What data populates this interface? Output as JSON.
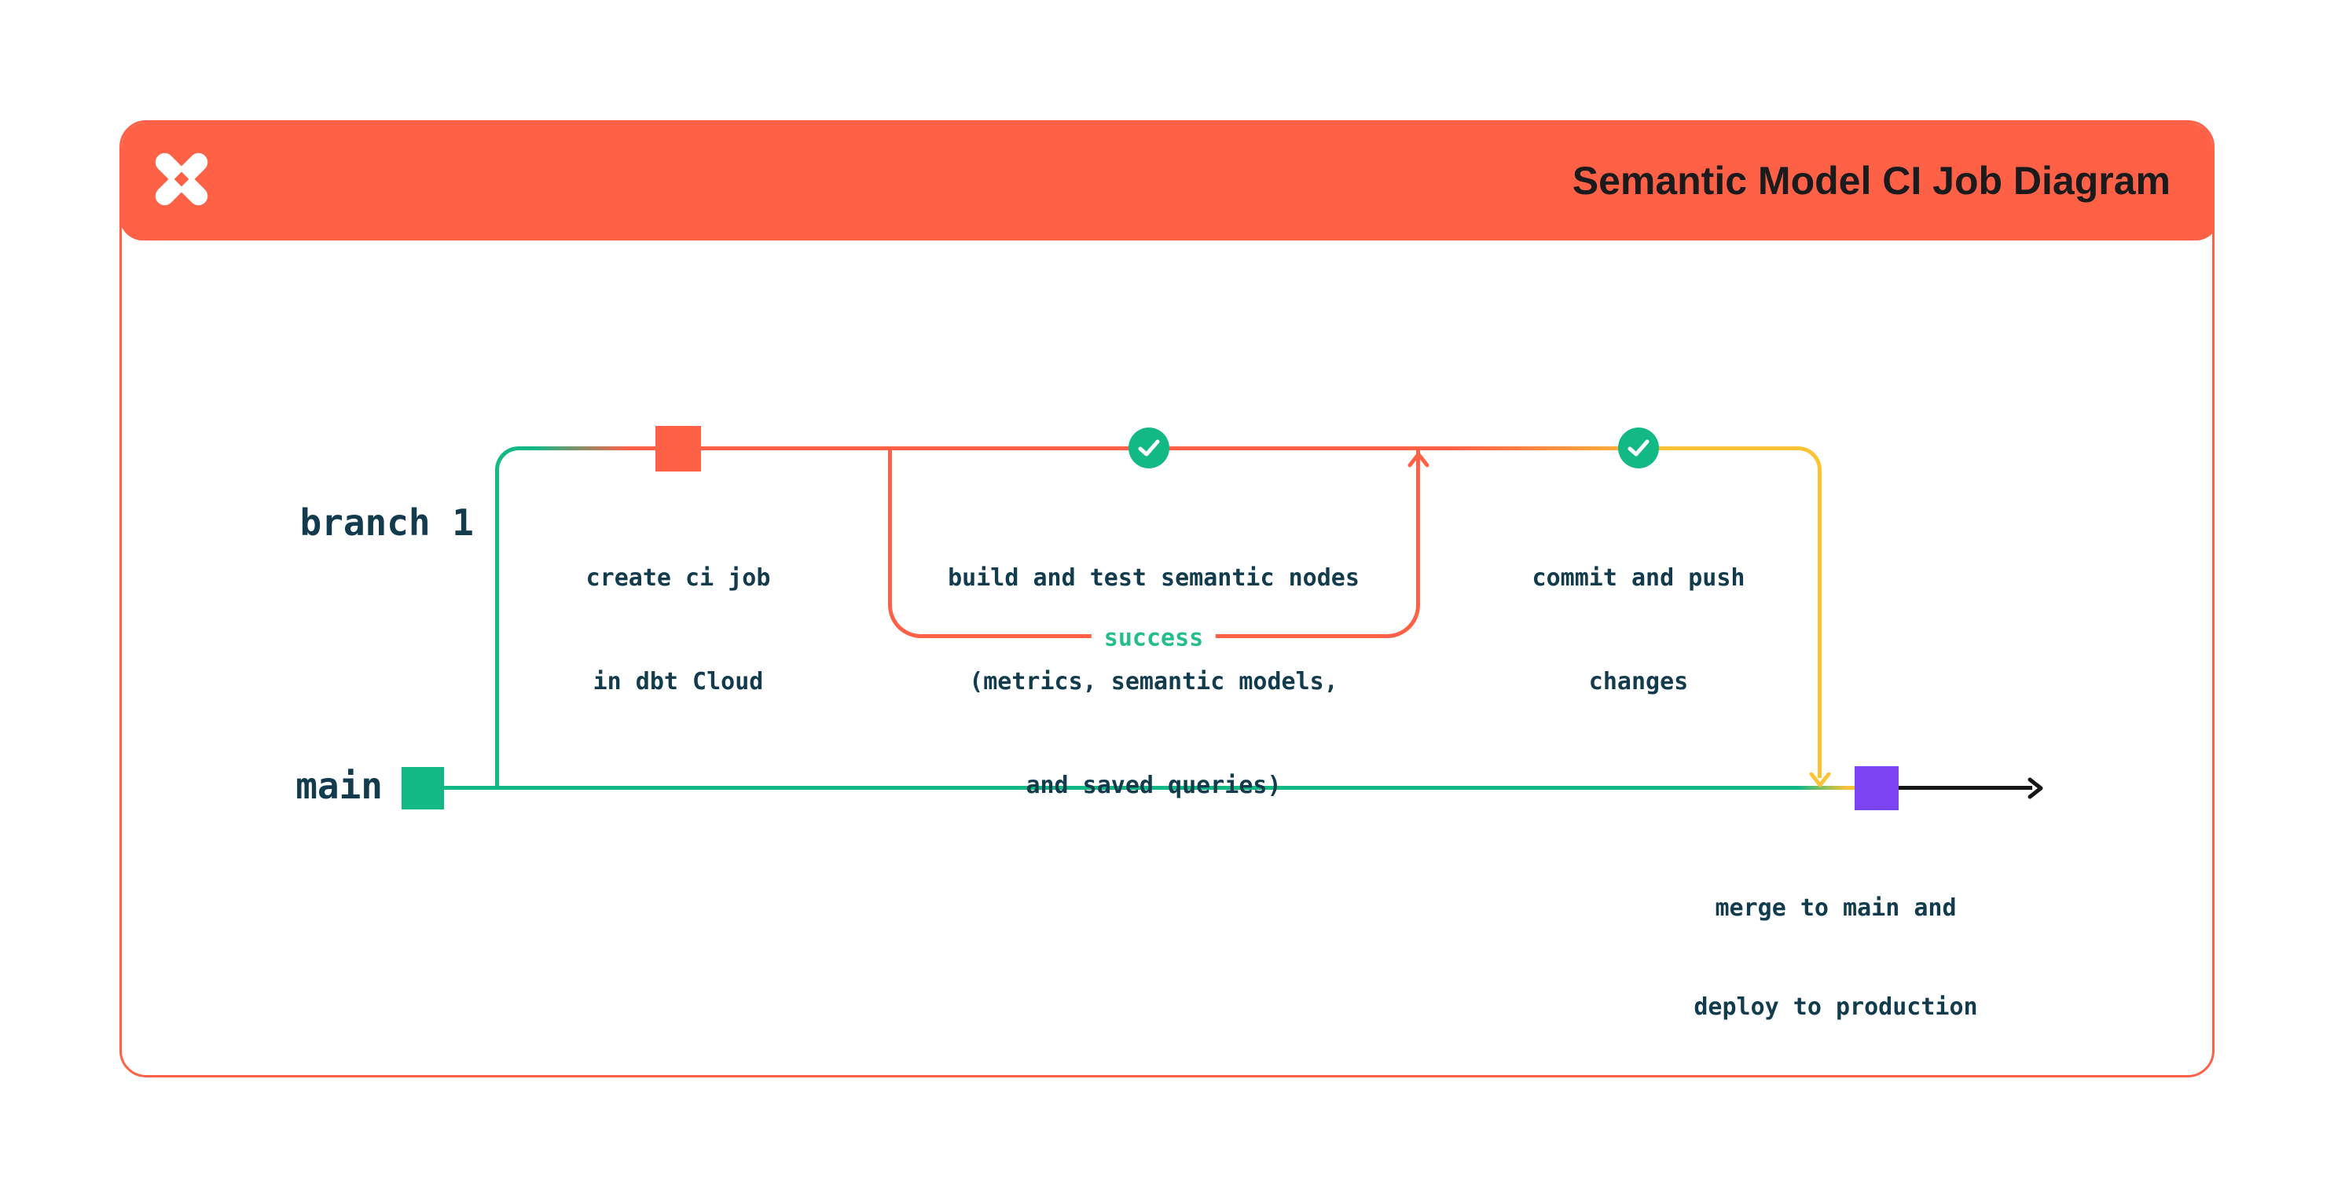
{
  "header": {
    "title": "Semantic Model CI Job Diagram",
    "logo": "dbt-logo"
  },
  "branch_labels": {
    "branch1": "branch 1",
    "main": "main"
  },
  "nodes": {
    "create_ci": {
      "lines": [
        "create ci job",
        "in dbt Cloud"
      ]
    },
    "build_test": {
      "lines": [
        "build and test semantic nodes",
        "(metrics, semantic models,",
        "and saved queries)"
      ]
    },
    "commit_push": {
      "lines": [
        "commit and push",
        "changes"
      ]
    },
    "merge_deploy": {
      "lines": [
        "merge to main and",
        "deploy to production"
      ]
    }
  },
  "loop": {
    "label": "success"
  },
  "icons": {
    "check1": "check-circle",
    "check2": "check-circle"
  },
  "colors": {
    "orange": "#FF6147",
    "green": "#12B985",
    "yellow": "#FBC437",
    "purple": "#7A44F2",
    "ink": "#123B4D",
    "success-green": "#25BD8B",
    "title-ink": "#1B1B1D",
    "line-black": "#161616"
  }
}
